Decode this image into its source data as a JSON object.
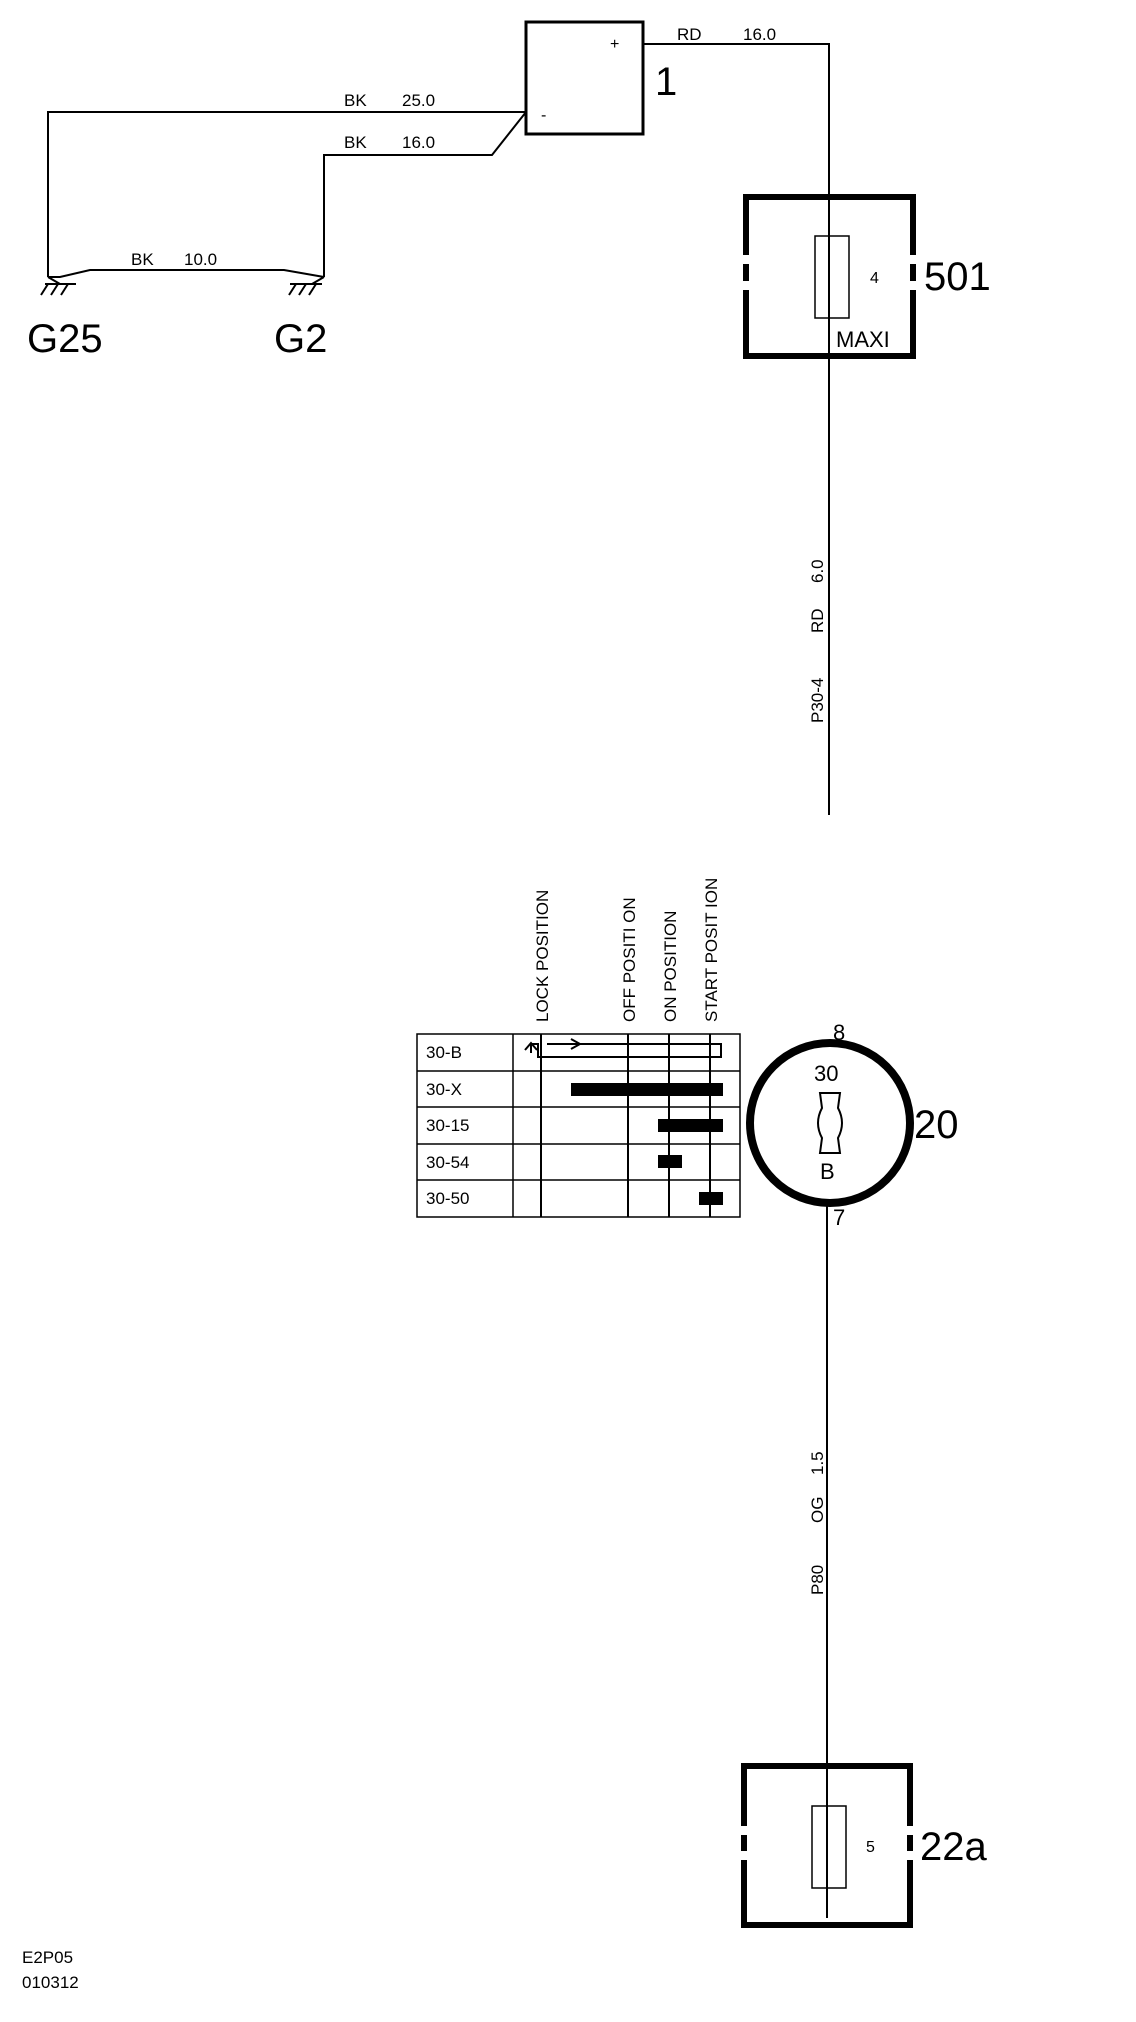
{
  "battery": {
    "ref": "1",
    "plus": "+",
    "minus": "-",
    "wire_out": {
      "color": "RD",
      "size": "16.0"
    }
  },
  "grounds": {
    "g25": "G25",
    "g2": "G2",
    "wire_bat_g25": {
      "color": "BK",
      "size": "25.0"
    },
    "wire_bat_g2": {
      "color": "BK",
      "size": "16.0"
    },
    "wire_g25_g2": {
      "color": "BK",
      "size": "10.0"
    }
  },
  "fuse_501": {
    "ref": "501",
    "fuse_no": "4",
    "type": "MAXI",
    "wire_out": {
      "circuit": "P30-4",
      "color": "RD",
      "size": "6.0"
    }
  },
  "ignition_switch": {
    "ref": "20",
    "pin_top": "8",
    "pin_bottom": "7",
    "term_top": "30",
    "term_bottom": "B",
    "wire_out": {
      "circuit": "P80",
      "color": "OG",
      "size": "1.5"
    }
  },
  "switch_table": {
    "positions": [
      "LOCK POSITION",
      "OFF POSITI ON",
      "ON POSITION",
      "START POSIT ION"
    ],
    "rows": [
      "30-B",
      "30-X",
      "30-15",
      "30-54",
      "30-50"
    ]
  },
  "fuse_22a": {
    "ref": "22a",
    "fuse_no": "5"
  },
  "footer": {
    "drawing_id": "E2P05",
    "date_code": "010312"
  }
}
